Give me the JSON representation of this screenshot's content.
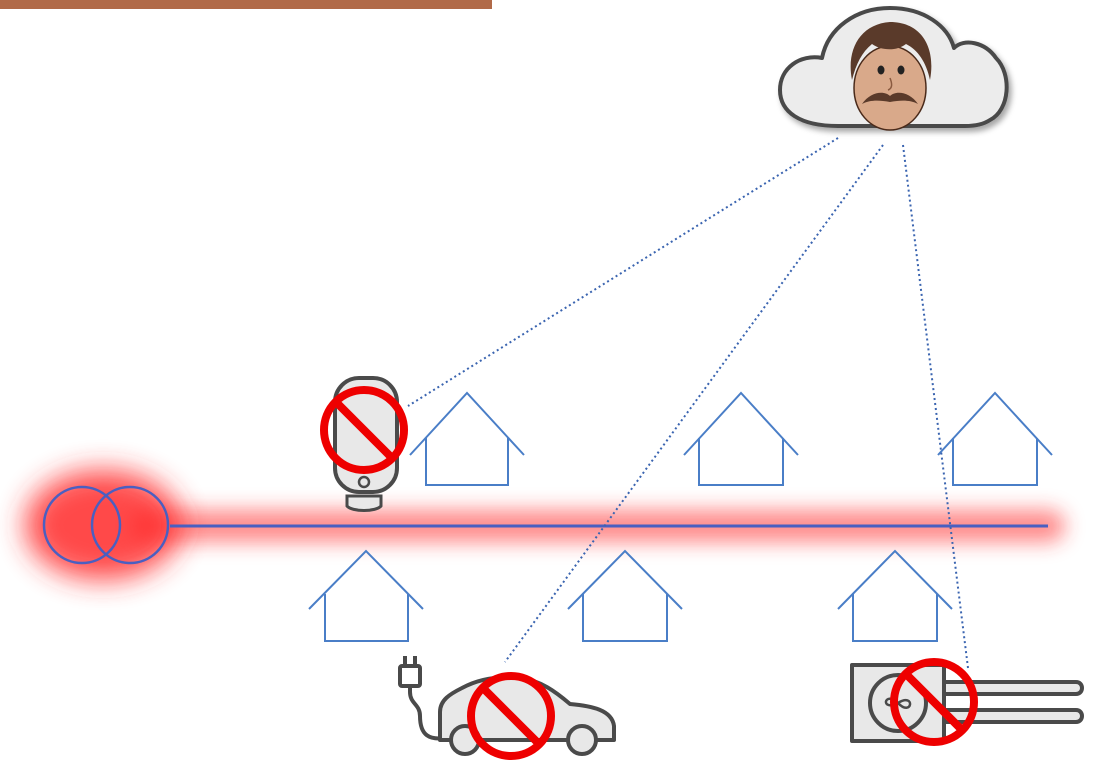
{
  "colors": {
    "top_bar": "#b16a48",
    "grid_line": "#4a5fc1",
    "glow": "#ff2a2a",
    "house": "#4a7ec7",
    "link": "#3a64b0",
    "prohibited": "#ee0000",
    "device_stroke": "#4a4a4a",
    "device_fill": "#e8e8e8",
    "cloud_fill": "#ececec",
    "skin": "#d9a98a",
    "hair": "#5a3a2a"
  },
  "icons": {
    "transformer": "transformer-icon",
    "cloud": "cloud-icon",
    "aggregator": "person-face-icon",
    "water_heater": "water-heater-icon",
    "electric_vehicle": "electric-car-icon",
    "heat_pump": "heat-pump-icon",
    "prohibited": "prohibited-icon",
    "house": "house-icon"
  },
  "diagram": {
    "houses_top_row": 3,
    "houses_bottom_row": 3,
    "remote_links": 3,
    "blocked_devices": [
      "water_heater",
      "electric_vehicle",
      "heat_pump"
    ],
    "feeder_congested": true
  }
}
